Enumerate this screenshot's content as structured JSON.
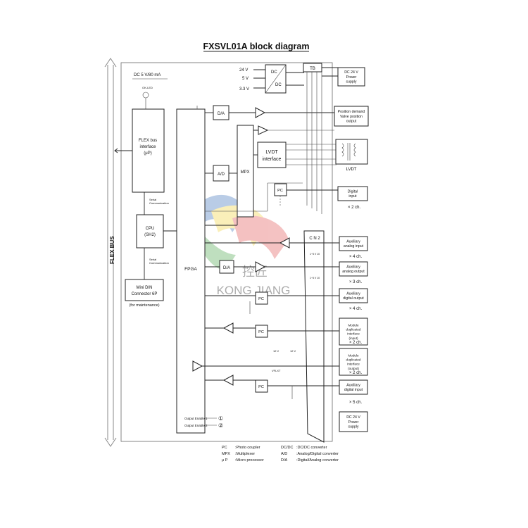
{
  "title": "FXSVL01A block diagram",
  "bus_label": "FLEX BUS",
  "power_note": "DC 5 V/80 mA",
  "ok_led": "OK-LED",
  "blocks": {
    "flex_bus_interface": [
      "FLEX bus",
      "interface",
      "(μP)"
    ],
    "cpu": [
      "CPU",
      "(SH2)"
    ],
    "mini_din": [
      "Mini DIN",
      "Connector 6P"
    ],
    "maintenance": "(for maintenance)",
    "fpga": "FPGA",
    "mpx": "MPX",
    "lvdt_interface": [
      "LVDT",
      "interface"
    ],
    "dcdc": [
      "DC",
      "DC"
    ],
    "tb": "TB",
    "cn2": "C N 2",
    "da": "D/A",
    "ad": "A/D",
    "pc": "PC",
    "lvdt": "LVDT"
  },
  "serial_labels": [
    "Serial",
    "Communication"
  ],
  "voltages": [
    "24 V",
    "5 V",
    "3.3 V"
  ],
  "outputs": [
    {
      "id": "dc24-top",
      "lines": [
        "DC 24 V",
        "Power",
        "supply"
      ]
    },
    {
      "id": "position",
      "lines": [
        "Position demand",
        "Valve position",
        "output"
      ]
    },
    {
      "id": "digital-input",
      "lines": [
        "Digital",
        "input"
      ]
    },
    {
      "id": "aux-analog-input",
      "lines": [
        "Auxiliary",
        "analog input"
      ]
    },
    {
      "id": "aux-analog-output",
      "lines": [
        "Auxiliary",
        "analog output"
      ]
    },
    {
      "id": "aux-digital-output",
      "lines": [
        "Auxiliary",
        "digital output"
      ]
    },
    {
      "id": "module-dup-input",
      "lines": [
        "Module",
        "duplicated",
        "interface",
        "(input)"
      ]
    },
    {
      "id": "module-dup-output",
      "lines": [
        "Module",
        "duplicated",
        "interface",
        "(output)"
      ]
    },
    {
      "id": "aux-digital-input",
      "lines": [
        "Auxiliary",
        "digital input"
      ]
    },
    {
      "id": "dc24-bottom",
      "lines": [
        "DC 24 V",
        "Power",
        "supply"
      ]
    }
  ],
  "channels": [
    "× 2 ch.",
    "× 4 ch.",
    "× 3 ch.",
    "× 4 ch.",
    "× 2 ch.",
    "× 2 ch.",
    "× 5 ch."
  ],
  "range_labels": [
    "1~5 V 10",
    "1~5 V 10"
  ],
  "small_labels": [
    "12 V",
    "12 V",
    "VFLXT"
  ],
  "output_enables": [
    "Output Enable 1",
    "Output Enable 2"
  ],
  "enable_marks": [
    "①",
    "②"
  ],
  "legend": [
    {
      "abbr": "PC",
      "desc": ":Photo coupler"
    },
    {
      "abbr": "MPX",
      "desc": ":Multiplexer"
    },
    {
      "abbr": "μ P",
      "desc": ":Micro processor"
    },
    {
      "abbr": "DC/DC",
      "desc": ":DC/DC converter"
    },
    {
      "abbr": "A/D",
      "desc": ":Analog/Digital converter"
    },
    {
      "abbr": "D/A",
      "desc": ":Digital/Analog converter"
    }
  ],
  "watermark": {
    "cn": "控匠",
    "en": "KONG JIANG"
  },
  "colors": {
    "line": "#222222",
    "watermark_blue": "#3a6fb8",
    "watermark_red": "#e05050",
    "watermark_yellow": "#f2d33a",
    "watermark_green": "#4aa44a"
  }
}
